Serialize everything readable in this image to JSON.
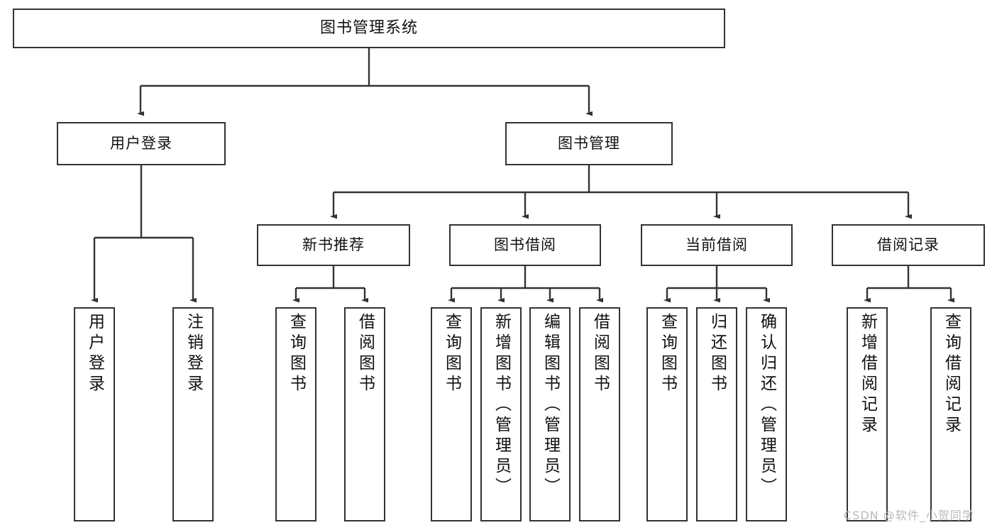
{
  "diagram": {
    "type": "tree-hierarchy",
    "title": "图书管理系统",
    "orientation": "top-down",
    "style": {
      "background": "#ffffff",
      "node_border": "#333333",
      "node_fill": "#ffffff",
      "edge_color": "#333333",
      "text_color": "#111111",
      "watermark_color": "#b9b9b9"
    },
    "root": {
      "label": "图书管理系统"
    },
    "level2": [
      {
        "label": "用户登录"
      },
      {
        "label": "图书管理"
      }
    ],
    "level3": [
      {
        "label": "新书推荐"
      },
      {
        "label": "图书借阅"
      },
      {
        "label": "当前借阅"
      },
      {
        "label": "借阅记录"
      }
    ],
    "leaves": {
      "user_login": [
        {
          "label": "用户登录"
        },
        {
          "label": "注销登录"
        }
      ],
      "new_book_recommend": [
        {
          "label": "查询图书"
        },
        {
          "label": "借阅图书"
        }
      ],
      "book_borrow": [
        {
          "label": "查询图书"
        },
        {
          "label": "新增图书（管理员）"
        },
        {
          "label": "编辑图书（管理员）"
        },
        {
          "label": "借阅图书"
        }
      ],
      "current_borrow": [
        {
          "label": "查询图书"
        },
        {
          "label": "归还图书"
        },
        {
          "label": "确认归还（管理员）"
        }
      ],
      "borrow_record": [
        {
          "label": "新增借阅记录"
        },
        {
          "label": "查询借阅记录"
        }
      ]
    }
  },
  "watermark": {
    "text": "CSDN @软件_小贺同学"
  }
}
